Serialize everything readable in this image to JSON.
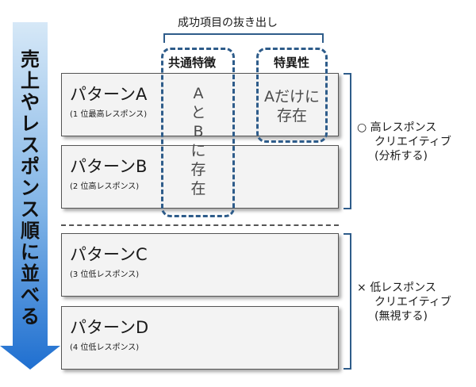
{
  "arrow_label": [
    "売",
    "上",
    "や",
    "レ",
    "ス",
    "ポ",
    "ン",
    "ス",
    "順",
    "に",
    "並",
    "べ",
    "る"
  ],
  "header": {
    "title": "成功項目の抜き出し",
    "col_common": "共通特徴",
    "col_unique": "特異性"
  },
  "patterns": [
    {
      "name": "パターンA",
      "sub": "(1 位最高レスポンス)"
    },
    {
      "name": "パターンB",
      "sub": "(2 位高レスポンス)"
    },
    {
      "name": "パターンC",
      "sub": "(3 位低レスポンス)"
    },
    {
      "name": "パターンD",
      "sub": "(4 位低レスポンス)"
    }
  ],
  "highlights": {
    "common_text": [
      "A",
      "と",
      "B",
      "に",
      "存",
      "在"
    ],
    "unique_line1": "Aだけに",
    "unique_line2": "存在"
  },
  "groups": {
    "high": {
      "symbol": "○",
      "line1": "高レスポンス",
      "line2": "クリエイティブ",
      "line3": "(分析する)"
    },
    "low": {
      "symbol": "×",
      "line1": "低レスポンス",
      "line2": "クリエイティブ",
      "line3": "(無視する)"
    }
  },
  "colors": {
    "accent": "#2e5c8a",
    "arrow_top": "#c8e0f4",
    "arrow_bottom": "#1f6fd0"
  }
}
